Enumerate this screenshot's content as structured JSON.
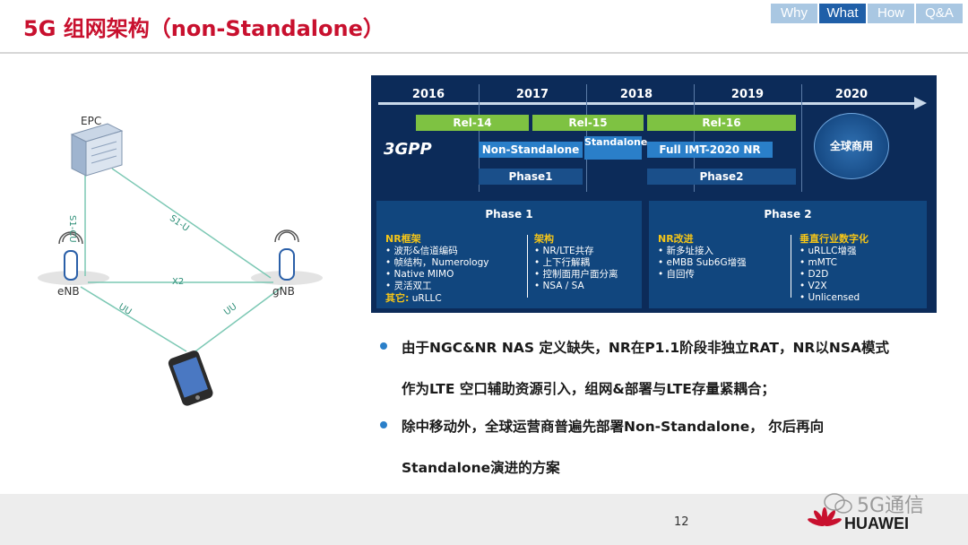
{
  "header": {
    "title": "5G 组网架构（non-Standalone）",
    "nav_tabs": [
      "Why",
      "What",
      "How",
      "Q&A"
    ],
    "active_tab": "What"
  },
  "diagram": {
    "epc_label": "EPC",
    "enb_label": "eNB",
    "gnb_label": "gNB",
    "link_s1cu": "S1-CU",
    "link_s1u": "S1-U",
    "link_x2": "X2",
    "link_uu_left": "UU",
    "link_uu_right": "UU"
  },
  "timeline": {
    "years": [
      "2016",
      "2017",
      "2018",
      "2019",
      "2020"
    ],
    "rel14": "Rel-14",
    "rel15": "Rel-15",
    "rel16": "Rel-16",
    "nsa": "Non-Standalone",
    "sa": "Standalone",
    "full": "Full IMT-2020 NR",
    "phase1_bar": "Phase1",
    "phase2_bar": "Phase2",
    "commercial": "全球商用",
    "logo": "3GPP",
    "phase1": {
      "title": "Phase 1",
      "col1_head": "NR框架",
      "col1_items": [
        "• 波形&信道编码",
        "• 帧结构，Numerology",
        "• Native MIMO",
        "• 灵活双工"
      ],
      "col1_extra_head": "其它:",
      "col1_extra": "uRLLC",
      "col2_head": "架构",
      "col2_items": [
        "• NR/LTE共存",
        "• 上下行解耦",
        "• 控制面用户面分离",
        "• NSA / SA"
      ]
    },
    "phase2": {
      "title": "Phase 2",
      "col1_head": "NR改进",
      "col1_items": [
        "• 新多址接入",
        "• eMBB Sub6G增强",
        "• 自回传"
      ],
      "col2_head": "垂直行业数字化",
      "col2_items": [
        "• uRLLC增强",
        "• mMTC",
        "• D2D",
        "• V2X",
        "• Unlicensed"
      ]
    }
  },
  "bullets": [
    "由于NGC&NR NAS 定义缺失，NR在P1.1阶段非独立RAT，NR以NSA模式",
    "作为LTE 空口辅助资源引入，组网&部署与LTE存量紧耦合；",
    "除中移动外，全球运营商普遍先部署Non-Standalone， 尔后再向",
    "Standalone演进的方案"
  ],
  "footer": {
    "page_number": "12",
    "wechat": "5G通信",
    "brand": "HUAWEI"
  },
  "colors": {
    "title_red": "#c8102e",
    "nav_active": "#1f5fa8",
    "nav_inactive": "#a9c7e2",
    "panel_bg": "#0c2b59",
    "release_green": "#7ec242",
    "highlight_yellow": "#f5c518"
  }
}
